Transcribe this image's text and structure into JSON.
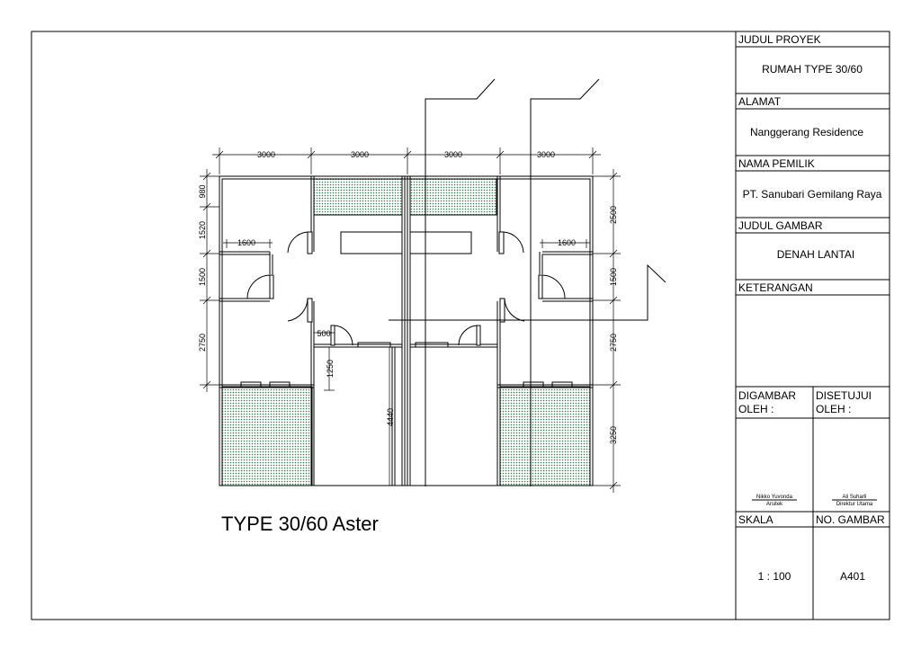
{
  "plan": {
    "title": "TYPE 30/60 Aster",
    "dims_top": [
      "3000",
      "3000",
      "3000",
      "3000"
    ],
    "dims_left": [
      "980",
      "1520",
      "1500",
      "2750"
    ],
    "dims_right": [
      "2500",
      "1500",
      "2750",
      "3250"
    ],
    "dim_inner_left": "1600",
    "dim_inner_right": "1600",
    "dim_door_width": "500",
    "dim_1250": "1250",
    "dim_4440": "4440"
  },
  "title_block": {
    "project_label": "JUDUL PROYEK",
    "project_value": "RUMAH TYPE 30/60",
    "address_label": "ALAMAT",
    "address_value": "Nanggerang Residence",
    "owner_label": "NAMA PEMILIK",
    "owner_value": "PT. Sanubari Gemilang Raya",
    "drawing_label": "JUDUL GAMBAR",
    "drawing_value": "DENAH LANTAI",
    "notes_label": "KETERANGAN",
    "drawn_by_label_1": "DIGAMBAR",
    "drawn_by_label_2": "OLEH :",
    "approved_label_1": "DISETUJUI",
    "approved_label_2": "OLEH :",
    "drawn_by_name": "Nikko Yuvonda",
    "drawn_by_role": "Arsitek",
    "approved_name": "Ali Suharli",
    "approved_role": "Direktur Utama",
    "scale_label": "SKALA",
    "scale_value": "1 : 100",
    "sheet_no_label": "NO. GAMBAR",
    "sheet_no_value": "A401"
  }
}
